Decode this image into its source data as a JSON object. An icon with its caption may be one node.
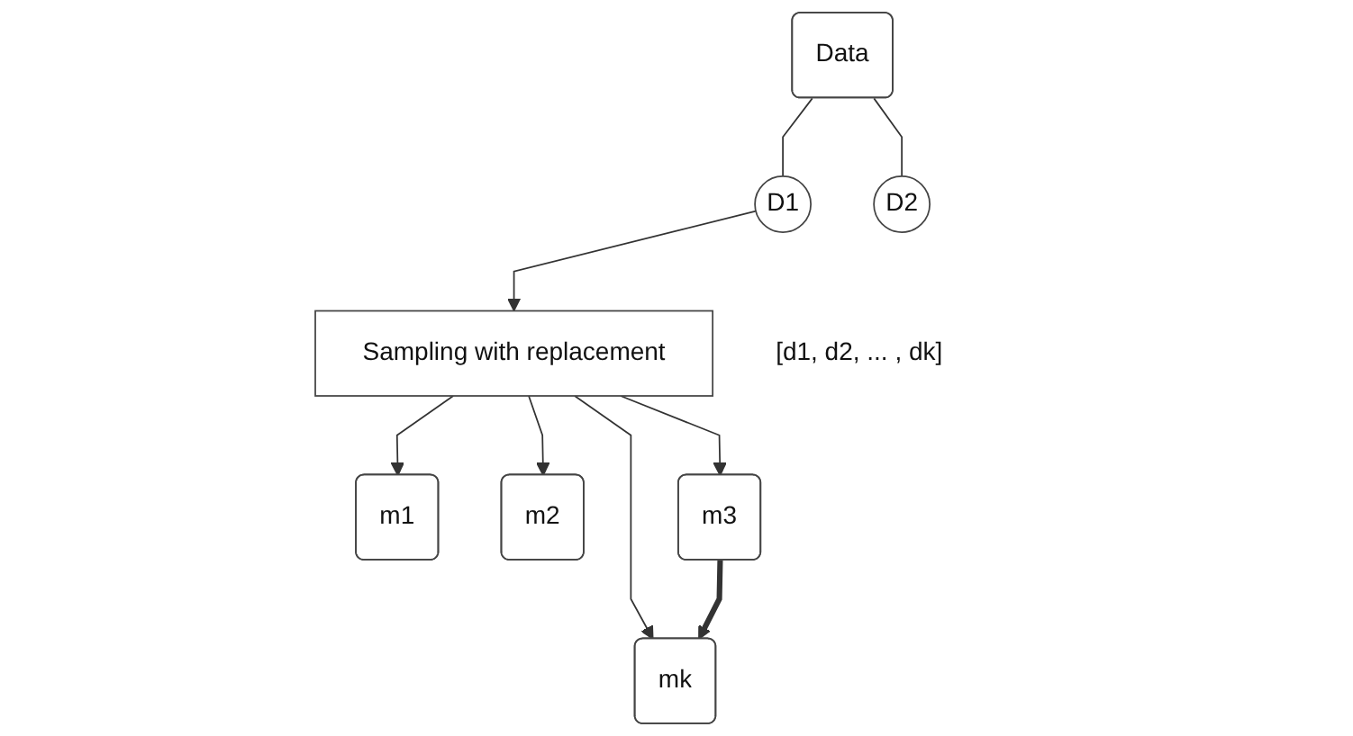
{
  "diagram": {
    "nodes": [
      {
        "text": [
          "Data"
        ]
      },
      {
        "text": [
          "D1"
        ]
      },
      {
        "text": [
          "D2"
        ]
      },
      {
        "text": [
          "Sampling with replacement"
        ],
        "beside": [
          "[d1, d2, ... , dk]"
        ]
      },
      {
        "text": [
          "m1"
        ]
      },
      {
        "text": [
          "m2"
        ]
      },
      {
        "text": [
          "m3"
        ]
      },
      {
        "text": [
          "mk"
        ]
      }
    ],
    "edges": [
      {
        "from": 0,
        "to": 1,
        "arrow": "none"
      },
      {
        "from": 0,
        "to": 2,
        "arrow": "none"
      },
      {
        "from": 1,
        "to": 3,
        "arrow": "to"
      },
      {
        "from": 3,
        "to": 4,
        "arrow": "to"
      },
      {
        "from": 3,
        "to": 5,
        "arrow": "to"
      },
      {
        "from": 3,
        "to": 6,
        "arrow": "to"
      },
      {
        "from": 3,
        "to": 7,
        "arrow": "to"
      },
      {
        "from": 6,
        "to": 7,
        "arrow": "to",
        "style": "thick"
      }
    ]
  }
}
